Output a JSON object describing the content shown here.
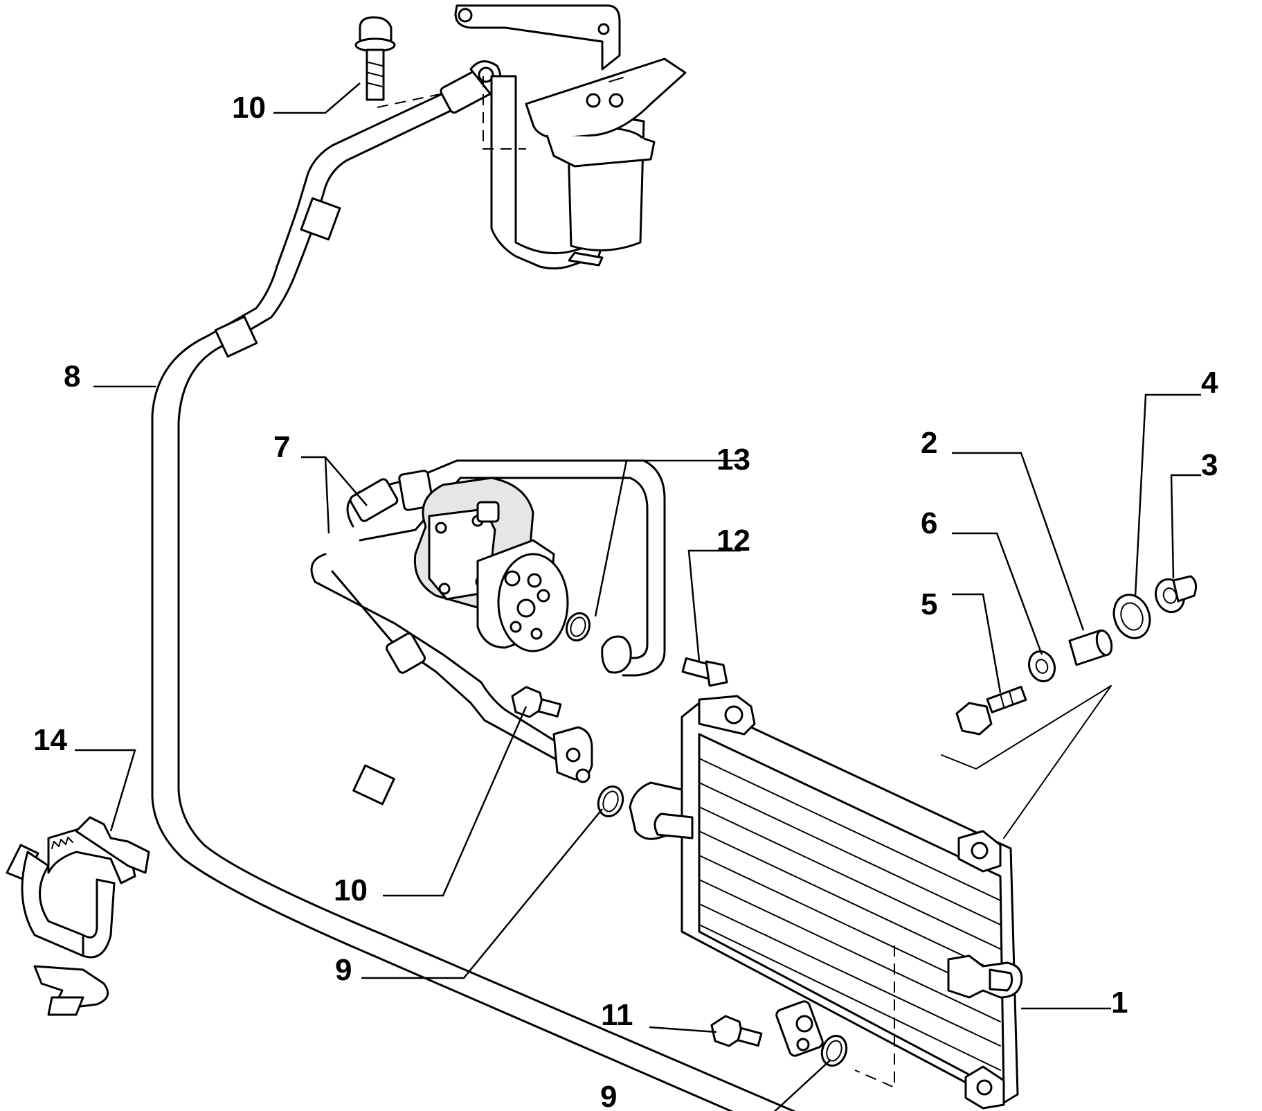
{
  "callouts": [
    {
      "id": "c1",
      "text": "1"
    },
    {
      "id": "c2",
      "text": "2"
    },
    {
      "id": "c3",
      "text": "3"
    },
    {
      "id": "c4",
      "text": "4"
    },
    {
      "id": "c5",
      "text": "5"
    },
    {
      "id": "c6",
      "text": "6"
    },
    {
      "id": "c7",
      "text": "7"
    },
    {
      "id": "c8",
      "text": "8"
    },
    {
      "id": "c9a",
      "text": "9"
    },
    {
      "id": "c9b",
      "text": "9"
    },
    {
      "id": "c10a",
      "text": "10"
    },
    {
      "id": "c10b",
      "text": "10"
    },
    {
      "id": "c11",
      "text": "11"
    },
    {
      "id": "c12",
      "text": "12"
    },
    {
      "id": "c13",
      "text": "13"
    },
    {
      "id": "c14",
      "text": "14"
    }
  ]
}
